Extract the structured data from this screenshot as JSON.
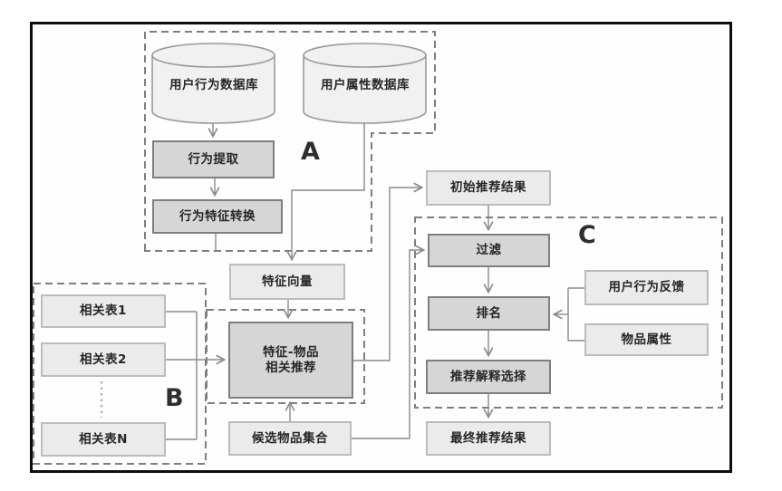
{
  "diagram": {
    "type": "flowchart",
    "language": "zh-CN",
    "groups": {
      "a": "A",
      "b": "B",
      "c": "C"
    },
    "nodes": {
      "user_behavior_db": "用户行为数据库",
      "user_attribute_db": "用户属性数据库",
      "behavior_extraction": "行为提取",
      "behavior_feature_conversion": "行为特征转换",
      "feature_vector": "特征向量",
      "related_table_1": "相关表1",
      "related_table_2": "相关表2",
      "related_table_n": "相关表N",
      "feature_item_recommendation": "特征-物品\n相关推荐",
      "candidate_item_set": "候选物品集合",
      "initial_recommendation_results": "初始推荐结果",
      "filtering": "过滤",
      "ranking": "排名",
      "explanation_selection": "推荐解释选择",
      "final_recommendation_results": "最终推荐结果",
      "user_behavior_feedback": "用户行为反馈",
      "item_attributes": "物品属性"
    },
    "edges": [
      [
        "user_behavior_db",
        "behavior_extraction"
      ],
      [
        "behavior_extraction",
        "behavior_feature_conversion"
      ],
      [
        "behavior_feature_conversion",
        "feature_vector"
      ],
      [
        "user_attribute_db",
        "feature_vector"
      ],
      [
        "feature_vector",
        "feature_item_recommendation"
      ],
      [
        "related_table_1",
        "feature_item_recommendation"
      ],
      [
        "related_table_2",
        "feature_item_recommendation"
      ],
      [
        "related_table_n",
        "feature_item_recommendation"
      ],
      [
        "candidate_item_set",
        "feature_item_recommendation"
      ],
      [
        "feature_item_recommendation",
        "initial_recommendation_results"
      ],
      [
        "initial_recommendation_results",
        "filtering"
      ],
      [
        "candidate_item_set",
        "filtering"
      ],
      [
        "filtering",
        "ranking"
      ],
      [
        "user_behavior_feedback",
        "ranking"
      ],
      [
        "item_attributes",
        "ranking"
      ],
      [
        "ranking",
        "explanation_selection"
      ],
      [
        "explanation_selection",
        "final_recommendation_results"
      ]
    ],
    "colors": {
      "process_fill": "#d6d6d6",
      "process_border": "#7f7f7f",
      "data_fill": "#ebebeb",
      "data_border": "#bcbcbc",
      "cylinder_fill": "#f1f1f1",
      "cylinder_border": "#9a9a9a",
      "connector": "#8a8a8a",
      "group_outline": "#7f7f7f",
      "frame_border": "#0d0d0d"
    }
  }
}
